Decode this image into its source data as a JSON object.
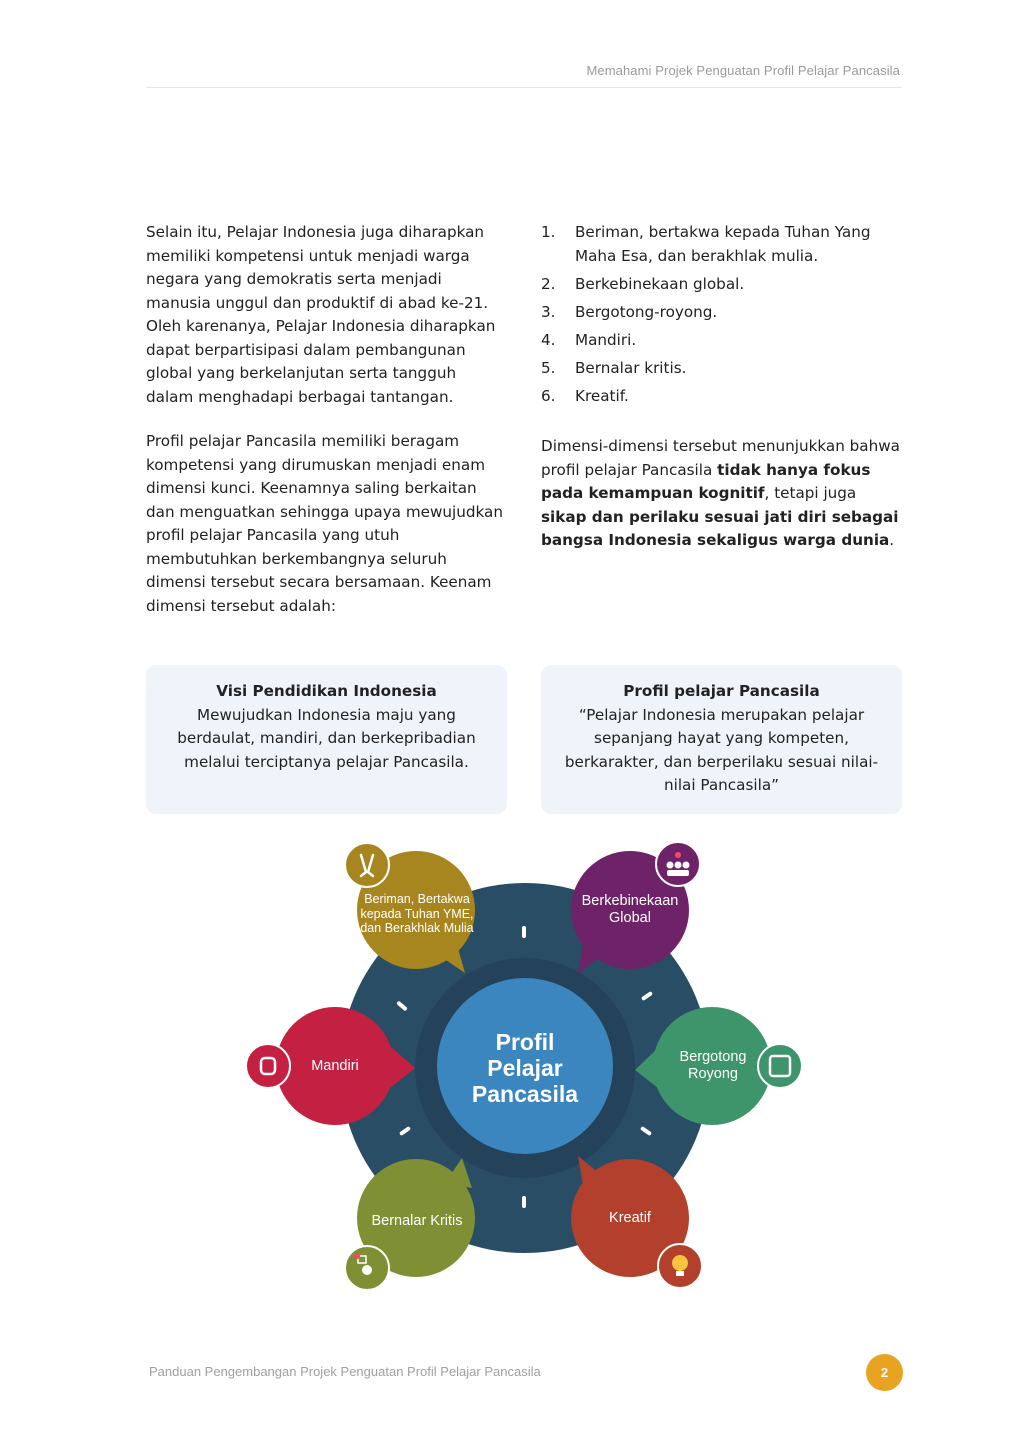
{
  "header": {
    "running_title": "Memahami Projek Penguatan Profil Pelajar Pancasila"
  },
  "left_column": {
    "paragraph_1": "Selain itu, Pelajar Indonesia juga diharapkan memiliki kompetensi untuk menjadi warga negara yang demokratis serta menjadi manusia unggul dan produktif di abad ke-21. Oleh karenanya, Pelajar Indonesia diharapkan dapat berpartisipasi dalam pembangunan global yang berkelanjutan serta tangguh dalam menghadapi berbagai tantangan.",
    "paragraph_2": "Profil pelajar Pancasila memiliki beragam kompetensi yang dirumuskan menjadi enam dimensi kunci. Keenamnya saling berkaitan dan menguatkan sehingga upaya mewujudkan profil pelajar Pancasila yang utuh membutuhkan berkembangnya seluruh dimensi tersebut secara bersamaan. Keenam dimensi tersebut adalah:"
  },
  "dimensions": [
    {
      "num": "1.",
      "text": "Beriman, bertakwa kepada Tuhan Yang Maha Esa, dan berakhlak mulia."
    },
    {
      "num": "2.",
      "text": "Berkebinekaan global."
    },
    {
      "num": "3.",
      "text": "Bergotong-royong."
    },
    {
      "num": "4.",
      "text": "Mandiri."
    },
    {
      "num": "5.",
      "text": "Bernalar kritis."
    },
    {
      "num": "6.",
      "text": "Kreatif."
    }
  ],
  "summary": {
    "s1": "Dimensi-dimensi tersebut menunjukkan bahwa profil pelajar Pancasila ",
    "b1": "tidak hanya fokus pada kemampuan kognitif",
    "s2": ", tetapi juga ",
    "b2": "sikap dan perilaku sesuai jati diri sebagai bangsa Indonesia sekaligus warga dunia",
    "s3": "."
  },
  "boxes": {
    "visi": {
      "title": "Visi Pendidikan Indonesia",
      "body": "Mewujudkan Indonesia maju yang berdaulat, mandiri, dan berkepribadian melalui terciptanya pelajar Pancasila."
    },
    "profil": {
      "title": "Profil pelajar Pancasila",
      "body": "“Pelajar Indonesia merupakan pelajar sepanjang hayat yang kompeten, berkarakter, dan berperilaku sesuai nilai-nilai Pancasila”"
    }
  },
  "diagram": {
    "center": {
      "line1": "Profil",
      "line2": "Pelajar",
      "line3": "Pancasila"
    },
    "nodes": {
      "beriman": {
        "label": "Beriman, Bertakwa kepada Tuhan YME, dan Berakhlak Mulia",
        "color": "#a8861f",
        "icon": "praying-hands-icon"
      },
      "berkebinekaan": {
        "label": "Berkebinekaan Global",
        "color": "#6e2268",
        "icon": "diverse-people-icon"
      },
      "gotong_royong": {
        "label": "Bergotong Royong",
        "color": "#3e946b",
        "icon": "joined-hands-icon"
      },
      "kreatif": {
        "label": "Kreatif",
        "color": "#b2402c",
        "icon": "lightbulb-icon"
      },
      "bernalar": {
        "label": "Bernalar Kritis",
        "color": "#7e9033",
        "icon": "thinking-person-icon"
      },
      "mandiri": {
        "label": "Mandiri",
        "color": "#c42042",
        "icon": "raised-fist-icon"
      }
    },
    "colors": {
      "ring": "#2a4d66",
      "center": "#3b86bf"
    }
  },
  "footer": {
    "title": "Panduan Pengembangan Projek Penguatan Profil Pelajar Pancasila",
    "page_number": "2",
    "accent": "#e9a322"
  }
}
